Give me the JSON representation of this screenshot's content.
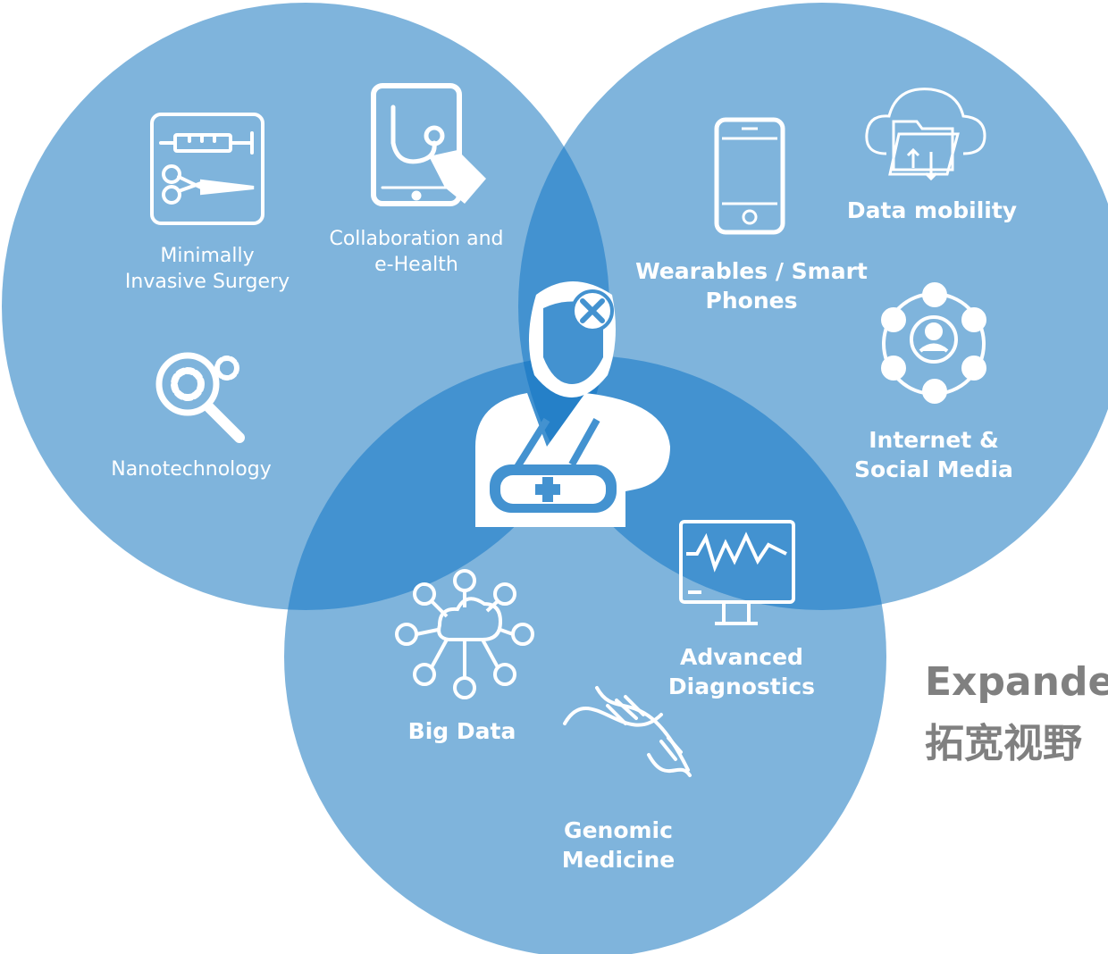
{
  "labels": {
    "minimally_invasive": "Minimally\nInvasive Surgery",
    "collaboration": "Collaboration and\ne-Health",
    "nanotechnology": "Nanotechnology",
    "data_mobility": "Data mobility",
    "wearables": "Wearables / Smart\nPhones",
    "internet_social": "Internet &\nSocial Media",
    "advanced_diagnostics": "Advanced\nDiagnostics",
    "big_data": "Big Data",
    "genomic_medicine": "Genomic\nMedicine"
  },
  "headline": {
    "line1": "Expanded",
    "line2": "拓宽视野"
  },
  "colors": {
    "circle": "#7fb4dc",
    "overlap": "#4392d0",
    "center": "#2580c8",
    "icon": "#ffffff",
    "headline": "#808080"
  },
  "icons": [
    "syringe-scalpel-icon",
    "tablet-stethoscope-icon",
    "nanotech-gears-icon",
    "smartphone-icon",
    "cloud-folder-icon",
    "social-network-icon",
    "doctor-icon",
    "heart-monitor-icon",
    "big-data-network-icon",
    "dna-icon"
  ]
}
